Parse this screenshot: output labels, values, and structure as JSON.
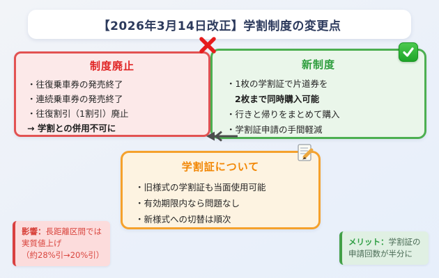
{
  "title": "【2026年3月14日改正】学割制度の変更点",
  "abolished_box": {
    "title": "制度廃止",
    "items": [
      "・往復乗車券の発売終了",
      "・連続乗車券の発売終了",
      "・往復割引（1割引）廃止"
    ],
    "conclusion": "→ 学割との併用不可に"
  },
  "new_box": {
    "title": "新制度",
    "item1_line1": "・1枚の学割証で片道券を",
    "item1_line2": "2枚まで同時購入可能",
    "item2": "・行きと帰りをまとめて購入",
    "item3": "・学割証申請の手間軽減"
  },
  "certificate_box": {
    "title": "学割証について",
    "items": [
      "・旧様式の学割証も当面使用可能",
      "・有効期限内なら問題なし",
      "・新様式への切替は順次"
    ]
  },
  "impact_note": {
    "label": "影響：",
    "line1_rest": "長距離区間では",
    "line2": "実質値上げ",
    "line3": "（約28%引→20%引）"
  },
  "merit_note": {
    "label": "メリット：",
    "line1_rest": "学割証の",
    "line2": "申請回数が半分に"
  },
  "icons": {
    "cross": "prohibited-cross-icon",
    "check": "approved-check-icon",
    "arrow": "replaced-by-left-arrow-icon",
    "memo": "memo-pencil-icon"
  },
  "colors": {
    "background_start": "#f2f4f8",
    "background_end": "#e7effb",
    "title_text": "#2c3a5c",
    "abolished_border": "#e25252",
    "abolished_bg": "#fce9e9",
    "abolished_title": "#e02424",
    "new_border": "#4caf50",
    "new_bg": "#eaf6ea",
    "new_title": "#2e9e3e",
    "certificate_border": "#f5a12c",
    "certificate_bg": "#fdf3e1",
    "certificate_title": "#f28705",
    "impact_accent": "#d94040",
    "merit_accent": "#43a047",
    "cross_red": "#e61c1c",
    "check_green": "#1ea528"
  }
}
